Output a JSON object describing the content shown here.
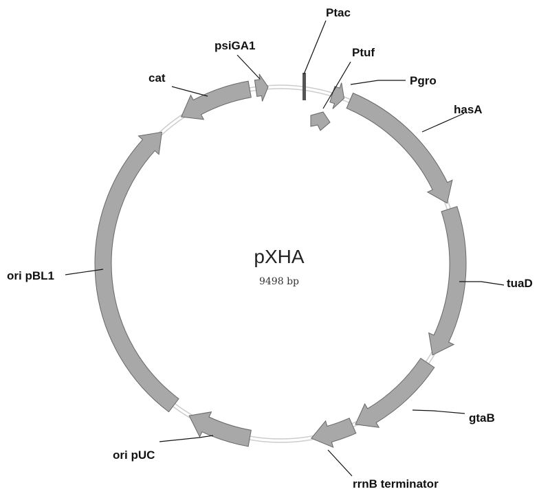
{
  "plasmid": {
    "name": "pXHA",
    "size": "9498 bp"
  },
  "features": [
    {
      "id": "hasA",
      "label": "hasA"
    },
    {
      "id": "pgro",
      "label": "Pgro"
    },
    {
      "id": "tuad",
      "label": "tuaD"
    },
    {
      "id": "gtab",
      "label": "gtaB"
    },
    {
      "id": "rrnb",
      "label": "rrnB terminator"
    },
    {
      "id": "oripuc",
      "label": "ori pUC"
    },
    {
      "id": "oripbl1",
      "label": "ori pBL1"
    },
    {
      "id": "cat",
      "label": "cat"
    },
    {
      "id": "psiga1",
      "label": "psiGA1"
    },
    {
      "id": "ptac",
      "label": "Ptac"
    },
    {
      "id": "ptuf",
      "label": "Ptuf"
    }
  ]
}
